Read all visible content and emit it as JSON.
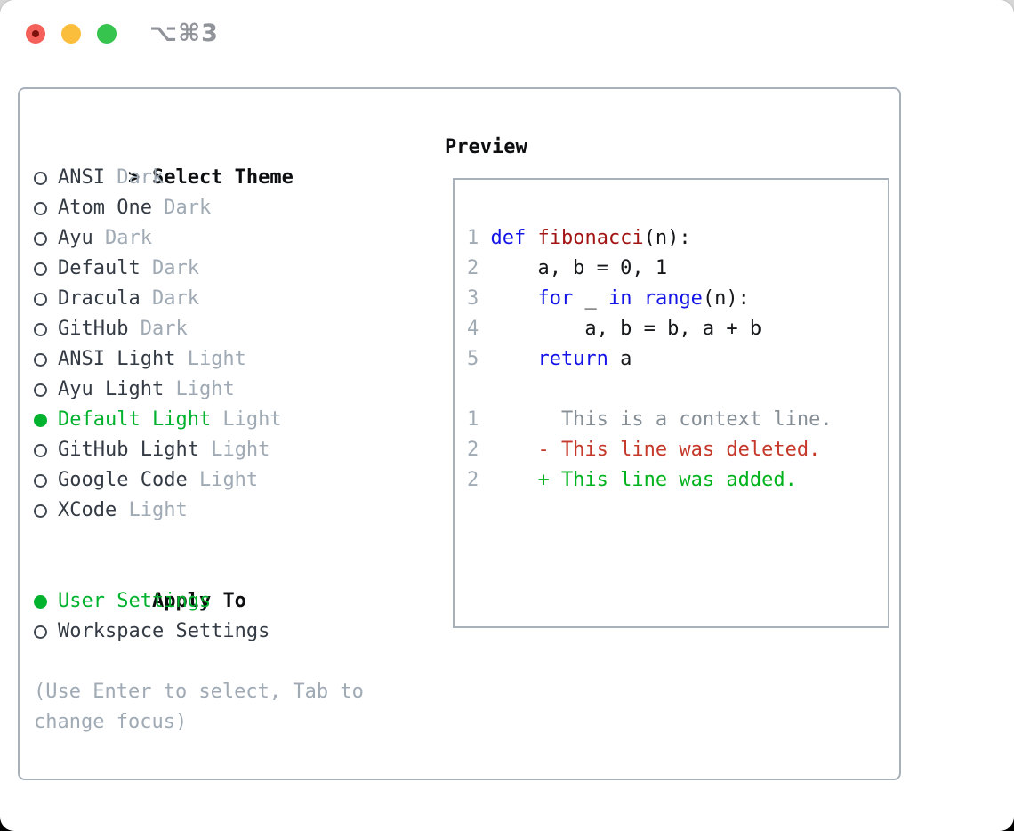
{
  "window": {
    "shortcut": "⌥⌘3",
    "traffic_lights": [
      {
        "name": "close-button",
        "color_key": "traffic_red"
      },
      {
        "name": "minimize-button",
        "color_key": "traffic_yellow"
      },
      {
        "name": "zoom-button",
        "color_key": "traffic_green"
      }
    ]
  },
  "panel": {
    "theme_section": {
      "cursor": ">",
      "title": "Select Theme",
      "items": [
        {
          "name": "ANSI",
          "variant": "Dark",
          "selected": false
        },
        {
          "name": "Atom One",
          "variant": "Dark",
          "selected": false
        },
        {
          "name": "Ayu",
          "variant": "Dark",
          "selected": false
        },
        {
          "name": "Default",
          "variant": "Dark",
          "selected": false
        },
        {
          "name": "Dracula",
          "variant": "Dark",
          "selected": false
        },
        {
          "name": "GitHub",
          "variant": "Dark",
          "selected": false
        },
        {
          "name": "ANSI Light",
          "variant": "Light",
          "selected": false
        },
        {
          "name": "Ayu Light",
          "variant": "Light",
          "selected": false
        },
        {
          "name": "Default Light",
          "variant": "Light",
          "selected": true
        },
        {
          "name": "GitHub Light",
          "variant": "Light",
          "selected": false
        },
        {
          "name": "Google Code",
          "variant": "Light",
          "selected": false
        },
        {
          "name": "XCode",
          "variant": "Light",
          "selected": false
        }
      ]
    },
    "apply_section": {
      "title": "Apply To",
      "items": [
        {
          "name": "User Settings",
          "selected": true
        },
        {
          "name": "Workspace Settings",
          "selected": false
        }
      ]
    },
    "hint": "(Use Enter to select, Tab to change focus)"
  },
  "preview": {
    "title": "Preview",
    "lines": [
      {
        "num": "1",
        "segments": [
          {
            "t": "def",
            "c": "kw"
          },
          {
            "t": " "
          },
          {
            "t": "fibonacci",
            "c": "fn"
          },
          {
            "t": "(n):"
          }
        ]
      },
      {
        "num": "2",
        "segments": [
          {
            "t": "    a, b = 0, 1"
          }
        ]
      },
      {
        "num": "3",
        "segments": [
          {
            "t": "    "
          },
          {
            "t": "for",
            "c": "kw"
          },
          {
            "t": " _ "
          },
          {
            "t": "in",
            "c": "kw"
          },
          {
            "t": " "
          },
          {
            "t": "range",
            "c": "kw"
          },
          {
            "t": "(n):"
          }
        ]
      },
      {
        "num": "4",
        "segments": [
          {
            "t": "        a, b = b, a + b"
          }
        ]
      },
      {
        "num": "5",
        "segments": [
          {
            "t": "    "
          },
          {
            "t": "return",
            "c": "kw"
          },
          {
            "t": " a"
          }
        ]
      },
      {
        "num": "",
        "segments": []
      },
      {
        "num": "1",
        "segments": [
          {
            "t": "      This is a context line.",
            "c": "ctx"
          }
        ]
      },
      {
        "num": "2",
        "segments": [
          {
            "t": "    - This line was deleted.",
            "c": "del"
          }
        ]
      },
      {
        "num": "2",
        "segments": [
          {
            "t": "    + This line was added.",
            "c": "add"
          }
        ]
      }
    ]
  },
  "colors": {
    "accent_green": "#00b22d",
    "added_green": "#00b31c",
    "deleted_red": "#c5392b",
    "keyword_blue": "#1414e8",
    "function_red": "#a31515",
    "context_gray": "#868e96",
    "muted_gray": "#a0aab4",
    "line_number_gray": "#a0aab4",
    "border_gray": "#a8b0ba",
    "text_dark": "#343b44",
    "header_black": "#0d0e10",
    "code_black": "#15171a",
    "radio_ring": "#3f4650",
    "shortcut_gray": "#909399",
    "traffic_red": "#f4605a",
    "traffic_red_dot": "#7d110c",
    "traffic_yellow": "#fbbe3c",
    "traffic_green": "#37c44e"
  }
}
